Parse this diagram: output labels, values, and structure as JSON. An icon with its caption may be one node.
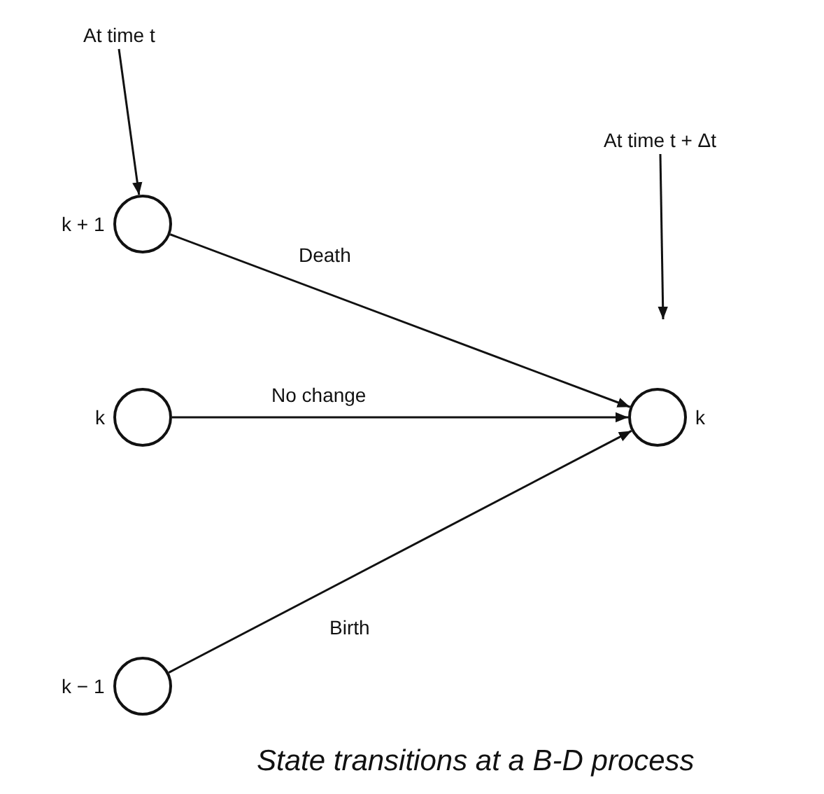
{
  "diagram": {
    "caption": "State transitions at a B-D process",
    "nodes": [
      {
        "text": [
          "At time t"
        ]
      },
      {
        "text": [],
        "shape": "circle",
        "beside": [
          "k + 1"
        ]
      },
      {
        "text": [
          "At time t + Δt"
        ]
      },
      {
        "text": [],
        "shape": "circle",
        "beside": [
          "k"
        ]
      },
      {
        "text": [],
        "shape": "circle",
        "beside": [
          "k"
        ]
      },
      {
        "text": [],
        "shape": "circle",
        "beside": [
          "k − 1"
        ]
      }
    ],
    "edges": [
      {
        "from": 0,
        "to": 1,
        "arrow": "to"
      },
      {
        "from": 2,
        "to": null,
        "arrow": "to"
      },
      {
        "from": 1,
        "to": 4,
        "arrow": "to",
        "label": "Death"
      },
      {
        "from": 3,
        "to": 4,
        "arrow": "to",
        "label": "No change"
      },
      {
        "from": 5,
        "to": 4,
        "arrow": "to",
        "label": "Birth"
      }
    ]
  }
}
